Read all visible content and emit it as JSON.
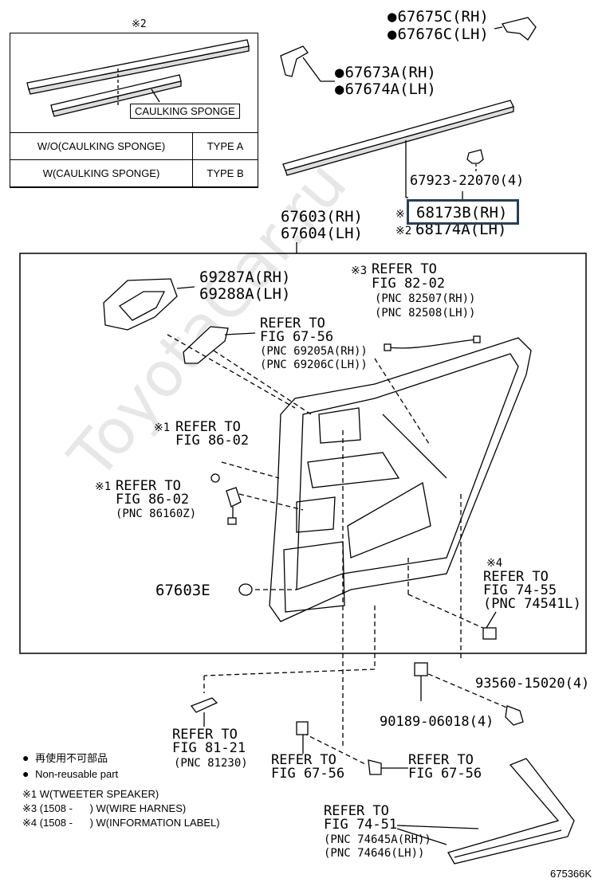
{
  "inset": {
    "note_mark": "※2",
    "caulking_label": "CAULKING SPONGE",
    "rows": [
      {
        "variant": "W/O(CAULKING SPONGE)",
        "type": "TYPE A"
      },
      {
        "variant": "W(CAULKING SPONGE)",
        "type": "TYPE B"
      }
    ]
  },
  "parts": {
    "p67675": "67675C(RH)",
    "p67676": "67676C(LH)",
    "p67673": "67673A(RH)",
    "p67674": "67674A(LH)",
    "p67923": "67923-22070(4)",
    "p68173_mark": "※",
    "p68173": "68173B(RH)",
    "p68174_mark": "※2",
    "p68174": "68174A(LH)",
    "p67603": "67603(RH)",
    "p67604": "67604(LH)",
    "p69287": "69287A(RH)",
    "p69288": "69288A(LH)",
    "p67603e": "67603E",
    "p93560": "93560-15020(4)",
    "p90189": "90189-06018(4)"
  },
  "refs": {
    "r82": {
      "mark": "※3",
      "l1": "REFER TO",
      "l2": "FIG 82-02",
      "l3": "(PNC 82507(RH))",
      "l4": "(PNC 82508(LH))"
    },
    "r67a": {
      "l1": "REFER TO",
      "l2": "FIG 67-56",
      "l3": "(PNC 69205A(RH))",
      "l4": "(PNC 69206C(LH))"
    },
    "r86a": {
      "mark": "※1",
      "l1": "REFER TO",
      "l2": "FIG 86-02"
    },
    "r86b": {
      "mark": "※1",
      "l1": "REFER TO",
      "l2": "FIG 86-02",
      "l3": "(PNC 86160Z)"
    },
    "r74a": {
      "mark": "※4",
      "l1": "REFER TO",
      "l2": "FIG 74-55",
      "l3": "(PNC 74541L)"
    },
    "r81": {
      "l1": "REFER TO",
      "l2": "FIG 81-21",
      "l3": "(PNC 81230)"
    },
    "r67b": {
      "l1": "REFER TO",
      "l2": "FIG 67-56"
    },
    "r67c": {
      "l1": "REFER TO",
      "l2": "FIG 67-56"
    },
    "r74b": {
      "l1": "REFER TO",
      "l2": "FIG 74-51",
      "l3": "(PNC 74645A(RH))",
      "l4": "(PNC 74646(LH))"
    }
  },
  "legend": {
    "nonreuse_jp": "再使用不可部品",
    "nonreuse_en": "Non-reusable part",
    "n1": "※1 W(TWEETER SPEAKER)",
    "n3": "※3 (1508 -      ) W(WIRE HARNES)",
    "n4": "※4 (1508 -      ) W(INFORMATION LABEL)"
  },
  "figure_code": "675366K",
  "watermark": "ToyotaCar.ru"
}
